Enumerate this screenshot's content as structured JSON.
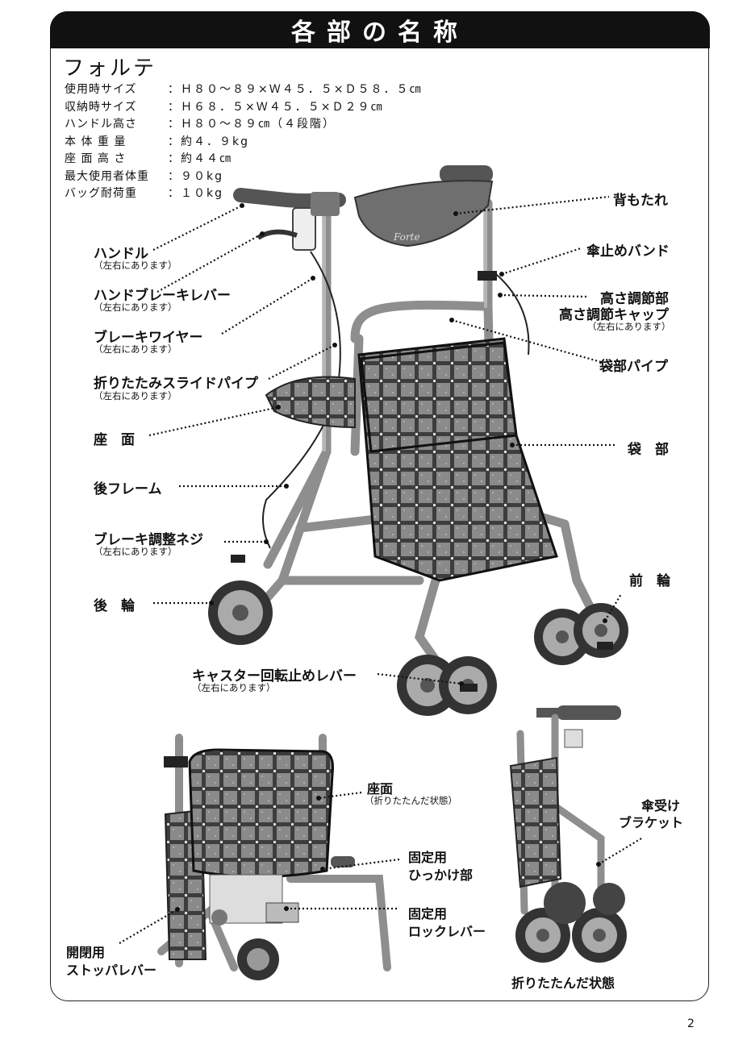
{
  "header": {
    "title": "各部の名称"
  },
  "model": "フォルテ",
  "specs": [
    {
      "key": "使用時サイズ",
      "value": "：Ｈ８０～８９×Ｗ４５．５×Ｄ５８．５㎝"
    },
    {
      "key": "収納時サイズ",
      "value": "：Ｈ６８．５×Ｗ４５．５×Ｄ２９㎝"
    },
    {
      "key": "ハンドル高さ",
      "value": "：Ｈ８０～８９㎝（４段階）"
    },
    {
      "key": "本 体 重 量",
      "value": "：約４．９kg"
    },
    {
      "key": "座 面 高 さ",
      "value": "：約４４㎝"
    },
    {
      "key": "最大使用者体重",
      "value": "：９０kg"
    },
    {
      "key": "バッグ耐荷重",
      "value": "：１０kg"
    }
  ],
  "labels": {
    "handle": "ハンドル",
    "hand_brake": "ハンドブレーキレバー",
    "brake_wire": "ブレーキワイヤー",
    "folding_pipe": "折りたたみスライドパイプ",
    "seat": "座　面",
    "rear_frame": "後フレーム",
    "brake_screw": "ブレーキ調整ネジ",
    "rear_wheel": "後　輪",
    "caster_lever": "キャスター回転止めレバー",
    "backrest": "背もたれ",
    "umbrella_band": "傘止めバンド",
    "height_adjust": "高さ調節部",
    "height_cap": "高さ調節キャップ",
    "bag_pipe": "袋部パイプ",
    "bag": "袋　部",
    "front_wheel": "前　輪",
    "seat_folded": "座面",
    "seat_folded_sub": "（折りたたんだ状態）",
    "hook_1": "固定用",
    "hook_2": "ひっかけ部",
    "lock_1": "固定用",
    "lock_2": "ロックレバー",
    "stopper_1": "開閉用",
    "stopper_2": "ストッパレバー",
    "umbrella_1": "傘受け",
    "umbrella_2": "ブラケット",
    "folded": "折りたたんだ状態"
  },
  "note": "（左右にあります）",
  "brand": "Forte",
  "page_number": "2"
}
